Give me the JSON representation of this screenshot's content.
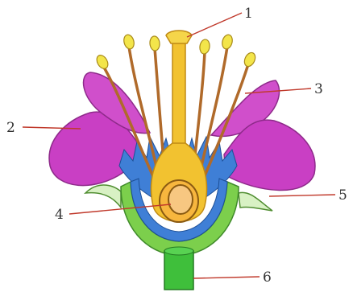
{
  "labels": {
    "l1": "1",
    "l2": "2",
    "l3": "3",
    "l4": "4",
    "l5": "5",
    "l6": "6"
  },
  "colors": {
    "petal": "#c93fc4",
    "petal_dark": "#8e2a8a",
    "sepal": "#7ccf4c",
    "sepal_light": "#d8f1c4",
    "receptacle_blue": "#3f7fd6",
    "pistil": "#f2c230",
    "ovary_inner": "#f7b63e",
    "ovule": "#f7c781",
    "stamen_filament": "#b06a2a",
    "anther": "#f3e54a",
    "stem": "#3fbf3b",
    "leader_line": "#c0392b"
  }
}
